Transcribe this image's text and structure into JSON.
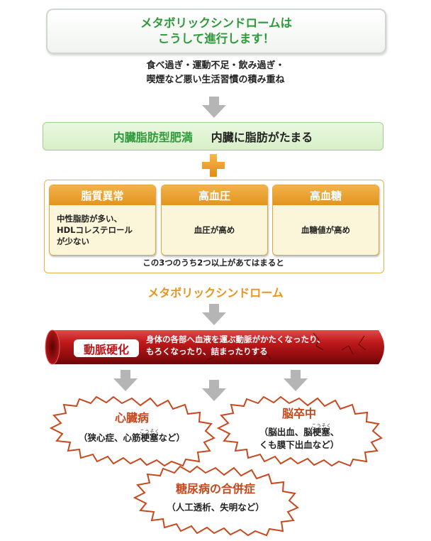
{
  "header": {
    "line1": "メタボリックシンドロームは",
    "line2": "こうして進行します！"
  },
  "causes": {
    "line1": "食べ過ぎ・運動不足・飲み過ぎ・",
    "line2": "喫煙など悪い生活習慣の積み重ね"
  },
  "visceral": {
    "term": "内臓脂肪型肥満",
    "desc": "内臓に脂肪がたまる"
  },
  "conditions": [
    {
      "title": "脂質異常",
      "body": [
        "中性脂肪が多い、",
        "HDLコレステロール",
        "が少ない"
      ]
    },
    {
      "title": "高血圧",
      "body": [
        "血圧が高め"
      ]
    },
    {
      "title": "高血糖",
      "body": [
        "血糖値が高め"
      ]
    }
  ],
  "condition_note": "この3つのうち2つ以上があてはまると",
  "metabolic_label": "メタボリックシンドローム",
  "arteriosclerosis": {
    "label": "動脈硬化",
    "line1": "身体の各部へ血液を運ぶ動脈がかたくなったり、",
    "line2": "もろくなったり、詰まったりする"
  },
  "outcomes": {
    "heart": {
      "title": "心臓病",
      "pre": "（狭心症、心筋",
      "ruby_base": "梗塞",
      "ruby": "こうそく",
      "post": "など）"
    },
    "brain": {
      "title": "脳卒中",
      "line1_pre": "（脳出血、脳",
      "ruby_base": "梗塞",
      "ruby": "こうそく",
      "line1_post": "、",
      "line2": "くも膜下出血など）"
    },
    "diabetes": {
      "title": "糖尿病の合併症",
      "sub": "（人工透析、失明など）"
    }
  },
  "colors": {
    "green": "#2e9a3a",
    "orange": "#e8941f",
    "red": "#c0141a",
    "gray_arrow": "#b5b5b5"
  }
}
